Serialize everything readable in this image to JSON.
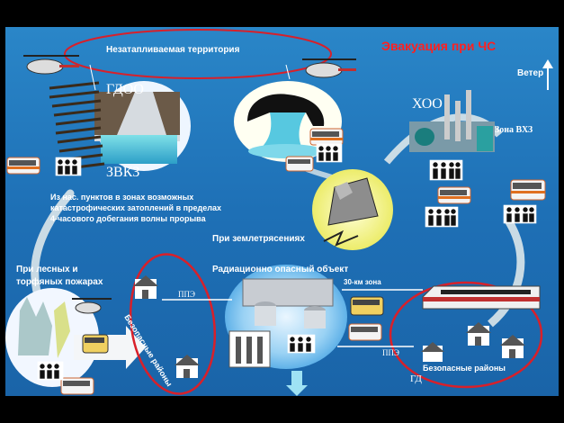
{
  "title": "Эвакуация   при ЧС",
  "labels": {
    "unflooded": "Незатапливаемая  территория",
    "gdoo": "ГДОО",
    "zvkz": "ЗВКЗ",
    "flood_note": [
      "Из  нас. пунктов  в зонах возможных",
      "катастрофических затоплений в пределах",
      "4-часового добегания волны  прорыва"
    ],
    "wind": "Ветер",
    "hoo": "ХОО",
    "zone_vhz": "Зона ВХЗ",
    "earthquake": "При землетрясениях",
    "forest_fires": [
      "При лесных и",
      "торфяных пожарах"
    ],
    "radiation": "Радиационно опасный объект",
    "zone_30km": "30-км  зона",
    "ppe_left": "ППЭ",
    "ppe_right": "ППЭ",
    "safe_left": "Безопасные  районы",
    "safe_right": "Безопасные  районы",
    "gd_fragment": "ГД"
  },
  "colors": {
    "background": "#1c6fb4",
    "title": "#ff2020",
    "arrow": "#dce6e8",
    "outline_red": "#d8202a"
  }
}
